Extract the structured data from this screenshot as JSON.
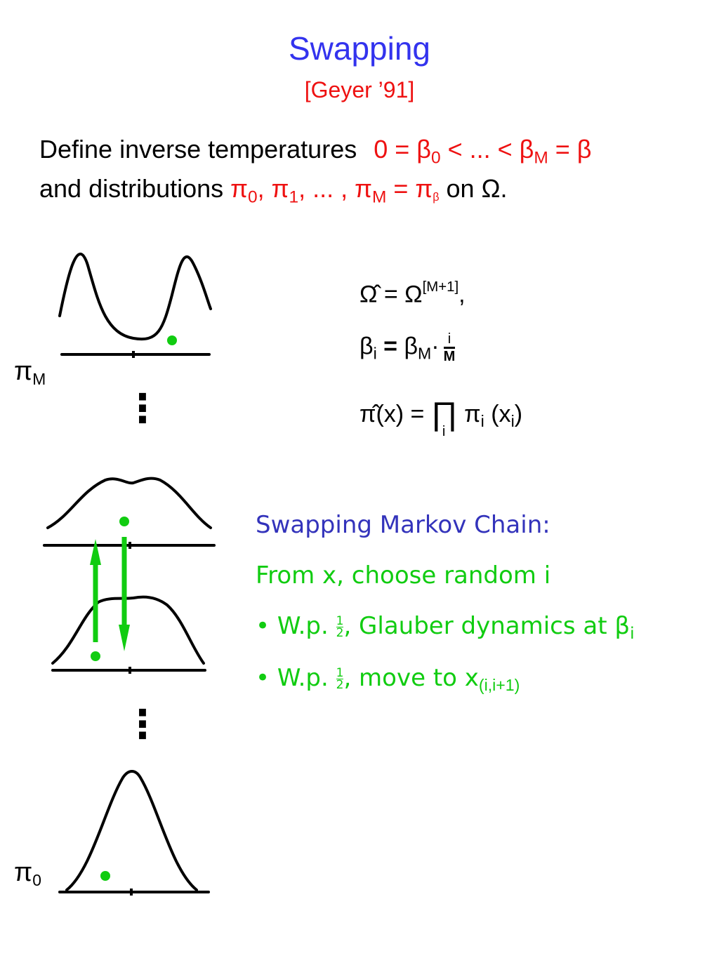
{
  "header": {
    "title": "Swapping",
    "subtitle": "[Geyer ’91]"
  },
  "definition": {
    "line1_prefix": "Define inverse temperatures",
    "beta_zero_lhs": "0 = β",
    "beta_zero_sub": "0",
    "beta_mid": " < ... < β",
    "beta_M_sub": "M",
    "beta_rhs": " = β",
    "line2_prefix": "and distributions ",
    "pi": "π",
    "pi0_sub": "0",
    "pi1_sep": ", π",
    "pi1_sub": "1",
    "pi_dots": ", ... , π",
    "piM_sub": "M",
    "pi_eq": " = π",
    "pibeta_sub": "β",
    "line2_suffix": " on Ω."
  },
  "formulas": {
    "omega_hat": "Ω̂",
    "omega_eq": " = Ω",
    "omega_sup": "[M+1]",
    "omega_comma": ",",
    "beta_i": "β",
    "beta_i_sub": "i",
    "beta_i_eq": " = ",
    "beta_M": "β",
    "beta_M_sub": "M",
    "beta_dot": "·",
    "frac_num": "i",
    "frac_den": "M",
    "pihat": "π̂(x) = ",
    "prod": "∏",
    "prod_sub": "i",
    "pi_i": " π",
    "pi_i_sub": "i",
    "pi_i_arg_open": " (x",
    "pi_i_arg_sub": "i",
    "pi_i_arg_close": ")"
  },
  "chain": {
    "heading": "Swapping Markov Chain:",
    "step": "From x, choose random i",
    "bullet": "•",
    "bullet1_prefix": "W.p. ",
    "half_num": "1",
    "half_den": "2",
    "bullet1_text": ", Glauber dynamics at β",
    "bullet1_sub": "i",
    "bullet2_prefix": "W.p. ",
    "bullet2_text": ", move to x",
    "bullet2_sub": "(i,i+1)"
  },
  "labels": {
    "pi": "π",
    "top_sub": "M",
    "bottom_sub": "0",
    "dots": "⋮"
  },
  "colors": {
    "title": "#3333ee",
    "accent_red": "#ee1111",
    "chain_green": "#11cc11",
    "heading_blue": "#3333bb",
    "ink": "#000000"
  }
}
